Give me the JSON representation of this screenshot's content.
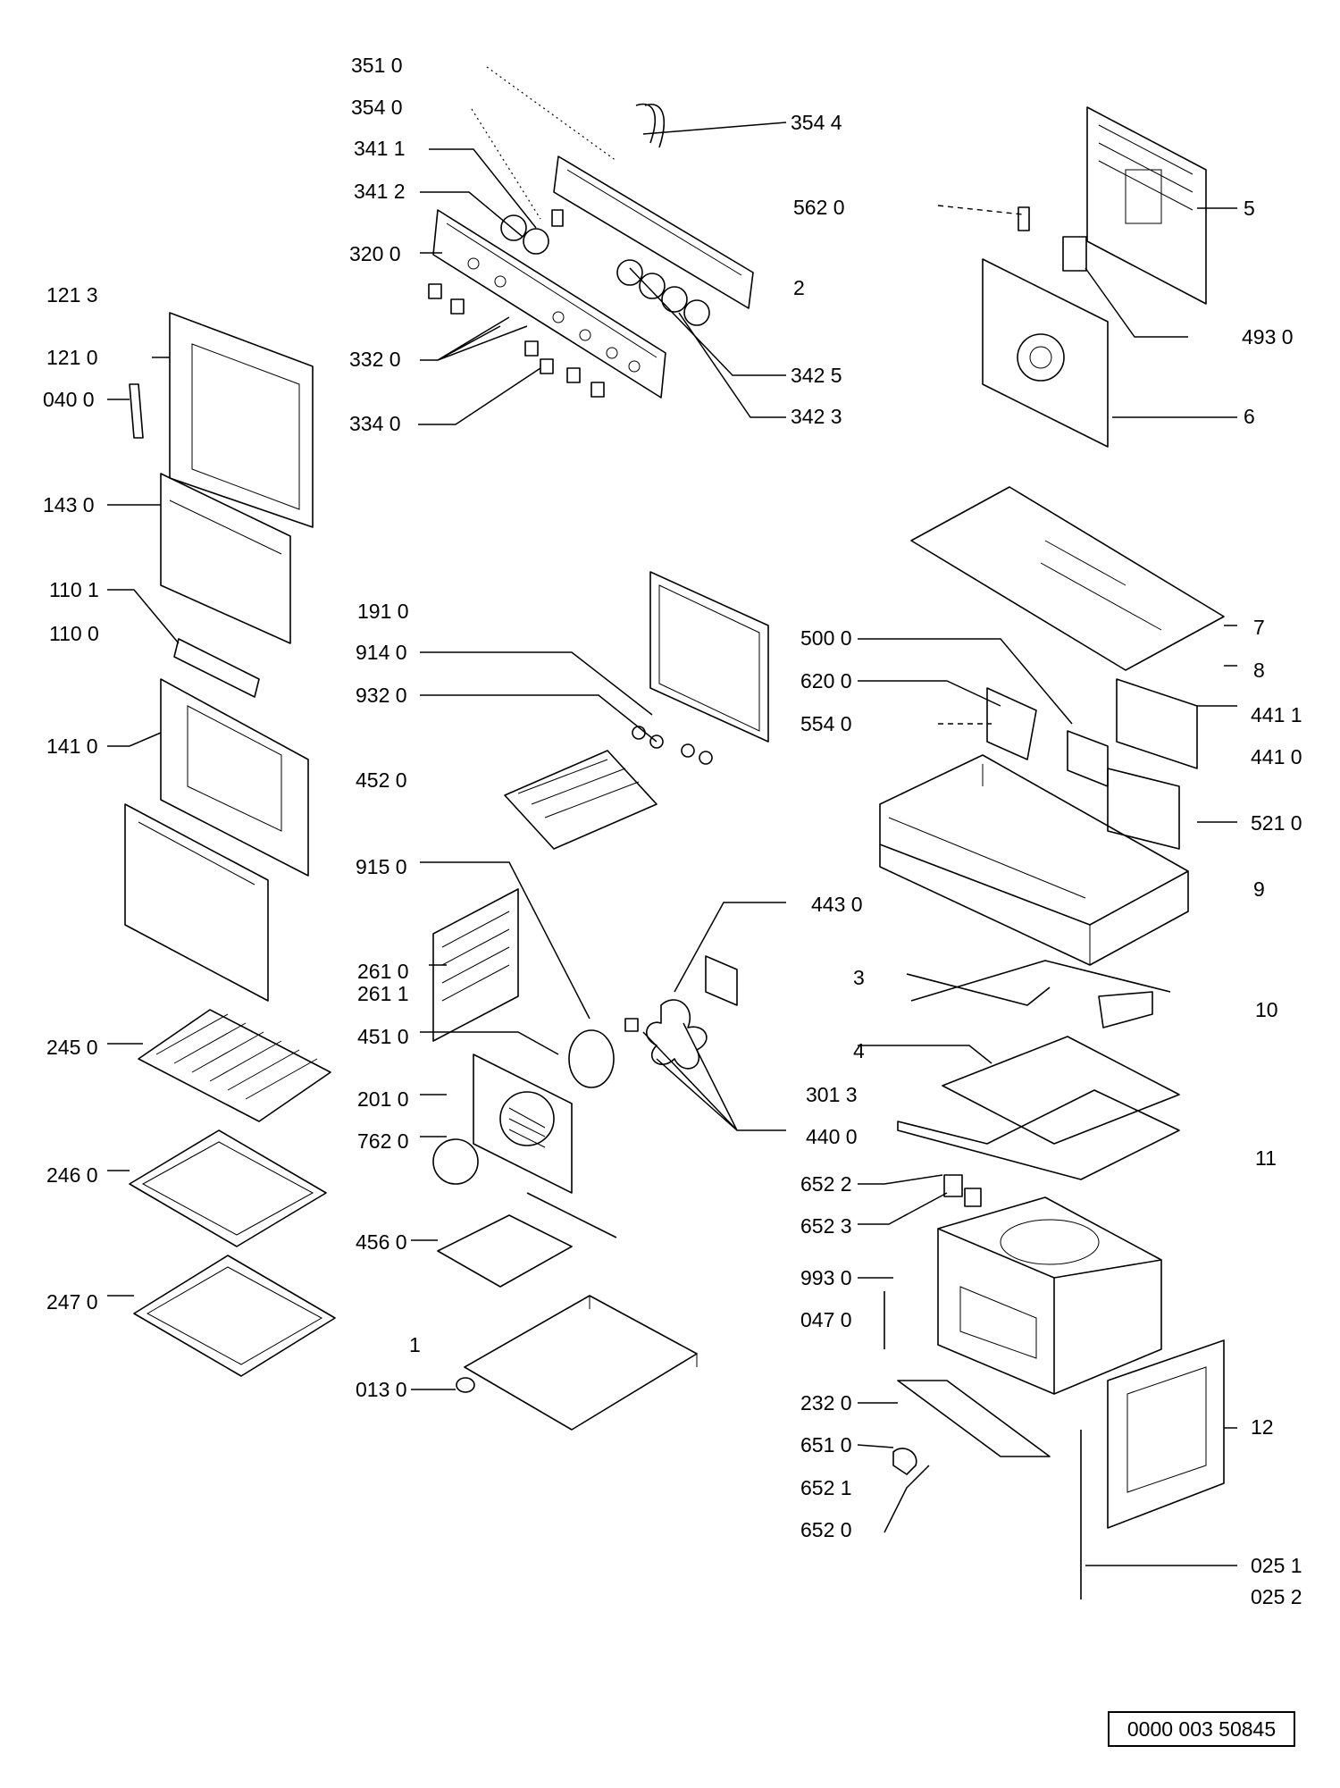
{
  "diagram": {
    "part_labels": [
      "351 0",
      "354 0",
      "341 1",
      "341 2",
      "320 0",
      "332 0",
      "334 0",
      "354 4",
      "562 0",
      "5",
      "2",
      "493 0",
      "342 5",
      "342 3",
      "6",
      "121 3",
      "121 0",
      "040 0",
      "143 0",
      "110 1",
      "110 0",
      "141 0",
      "191 0",
      "914 0",
      "932 0",
      "452 0",
      "500 0",
      "620 0",
      "554 0",
      "7",
      "8",
      "441 1",
      "441 0",
      "521 0",
      "9",
      "915 0",
      "443 0",
      "261 0",
      "261 1",
      "451 0",
      "201 0",
      "762 0",
      "440 0",
      "3",
      "4",
      "301 3",
      "10",
      "11",
      "245 0",
      "246 0",
      "247 0",
      "652 2",
      "652 3",
      "456 0",
      "993 0",
      "047 0",
      "1",
      "013 0",
      "232 0",
      "651 0",
      "652 1",
      "652 0",
      "12",
      "025 1",
      "025 2"
    ],
    "document_number": "0000 003 50845"
  }
}
